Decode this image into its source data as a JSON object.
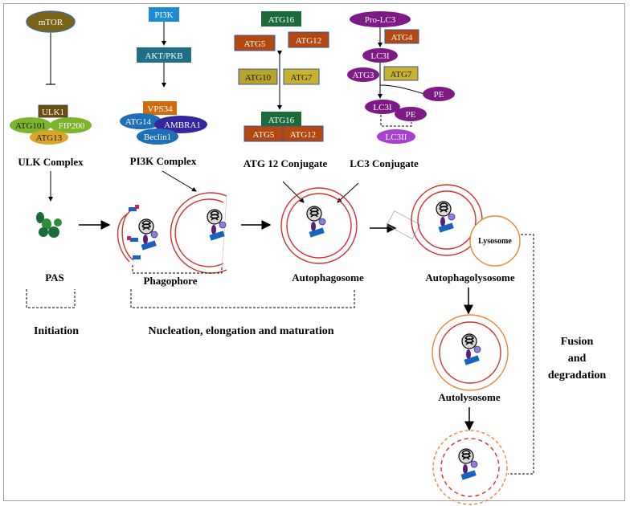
{
  "colors": {
    "membrane": "#d32f2f",
    "lysosome": "#e9873a",
    "arrow": "#000000",
    "dashed": "#000000"
  },
  "mtor": {
    "label": "mTOR"
  },
  "pi3k_pathway": {
    "pi3k": "PI3K",
    "akt": "AKT/PKB"
  },
  "ulk_complex": {
    "ulk1": "ULK1",
    "atg101": "ATG101",
    "fip200": "FIP200",
    "atg13": "ATG13",
    "title": "ULK Complex"
  },
  "pi3k_complex": {
    "vps34": "VPS34",
    "atg14": "ATG14",
    "ambra1": "AMBRA1",
    "beclin1": "Beclin1",
    "title": "PI3K Complex"
  },
  "atg12_conjugate": {
    "atg16_top": "ATG16",
    "atg5_top": "ATG5",
    "atg12_top": "ATG12",
    "atg10": "ATG10",
    "atg7": "ATG7",
    "atg16_bottom": "ATG16",
    "atg5_bottom": "ATG5",
    "atg12_bottom": "ATG12",
    "title": "ATG 12 Conjugate"
  },
  "lc3_conjugate": {
    "pro_lc3": "Pro-LC3",
    "atg4": "ATG4",
    "lc3i_top": "LC3I",
    "atg3": "ATG3",
    "atg7": "ATG7",
    "pe_top": "PE",
    "lc3i_bottom": "LC3I",
    "pe_bottom": "PE",
    "lc3ii": "LC3II",
    "title": "LC3 Conjugate"
  },
  "stages": {
    "pas": "PAS",
    "phagophore": "Phagophore",
    "autophagosome": "Autophagosome",
    "autophagolysosome": "Autophagolysosome",
    "lysosome": "Lysosome",
    "autolysosome": "Autolysosome"
  },
  "phases": {
    "initiation": "Initiation",
    "nucleation": "Nucleation, elongation and maturation",
    "fusion_line1": "Fusion",
    "fusion_line2": "and",
    "fusion_line3": "degradation"
  }
}
